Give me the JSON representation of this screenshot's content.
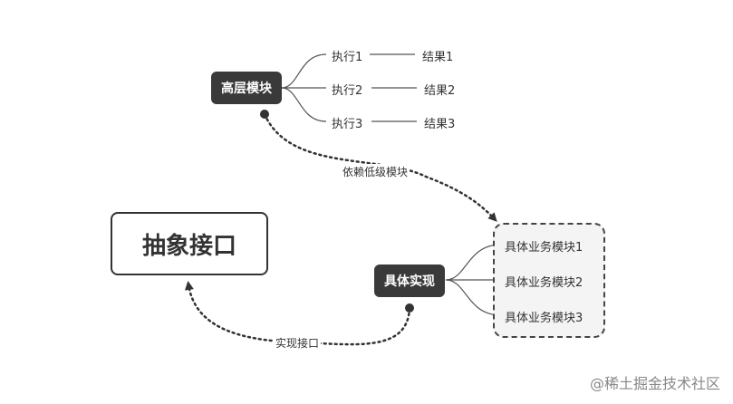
{
  "top_module": {
    "label": "高层模块",
    "actions": [
      {
        "action": "执行1",
        "result": "结果1"
      },
      {
        "action": "执行2",
        "result": "结果2"
      },
      {
        "action": "执行3",
        "result": "结果3"
      }
    ]
  },
  "dependency_label": "依赖低级模块",
  "abstract_interface": "抽象接口",
  "concrete_impl": {
    "label": "具体实现",
    "modules": [
      "具体业务模块1",
      "具体业务模块2",
      "具体业务模块3"
    ]
  },
  "implement_label": "实现接口",
  "watermark": "@稀土掘金技术社区"
}
